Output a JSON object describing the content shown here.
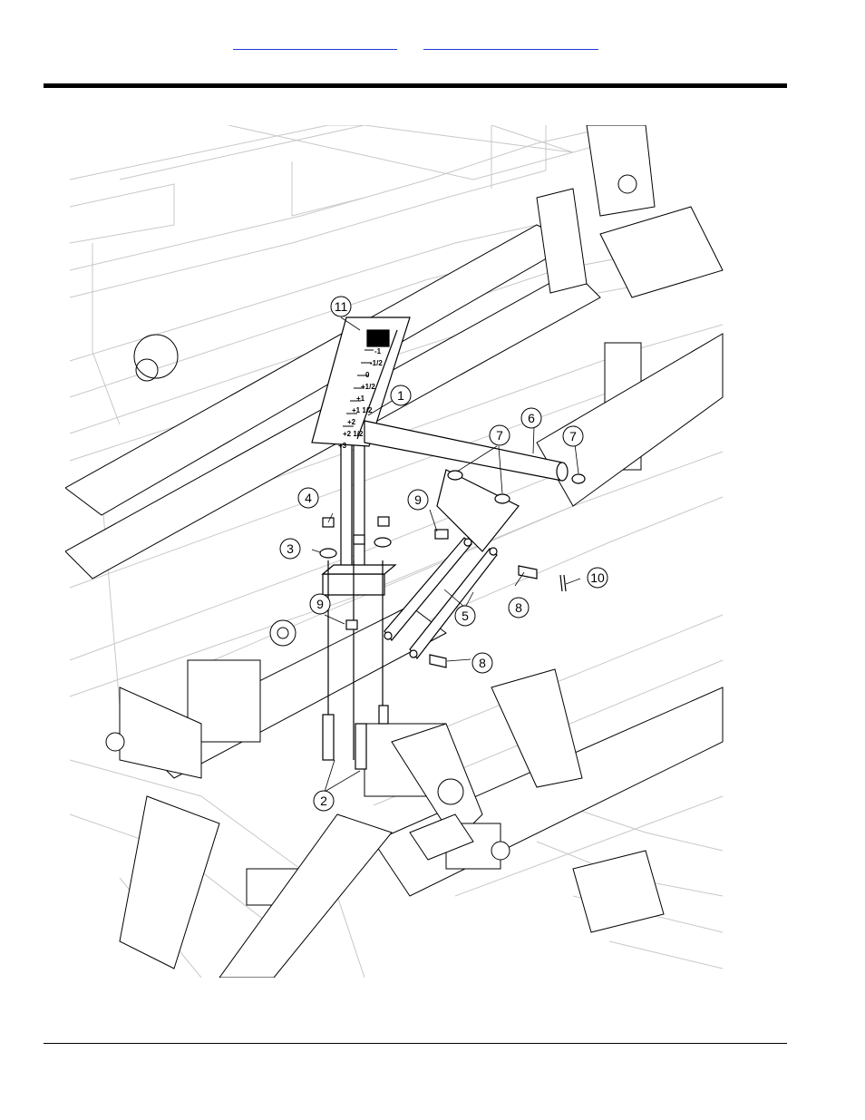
{
  "header": {
    "link_left": "",
    "link_right": ""
  },
  "callouts": {
    "c1": "1",
    "c2": "2",
    "c3": "3",
    "c4": "4",
    "c5": "5",
    "c6": "6",
    "c7a": "7",
    "c7b": "7",
    "c8a": "8",
    "c8b": "8",
    "c9a": "9",
    "c9b": "9",
    "c10": "10",
    "c11": "11"
  },
  "decal_labels": [
    "-1",
    "-1/2",
    "0",
    "+1/2",
    "+1",
    "+1 1/2",
    "+2",
    "+2 1/2",
    "+3"
  ]
}
